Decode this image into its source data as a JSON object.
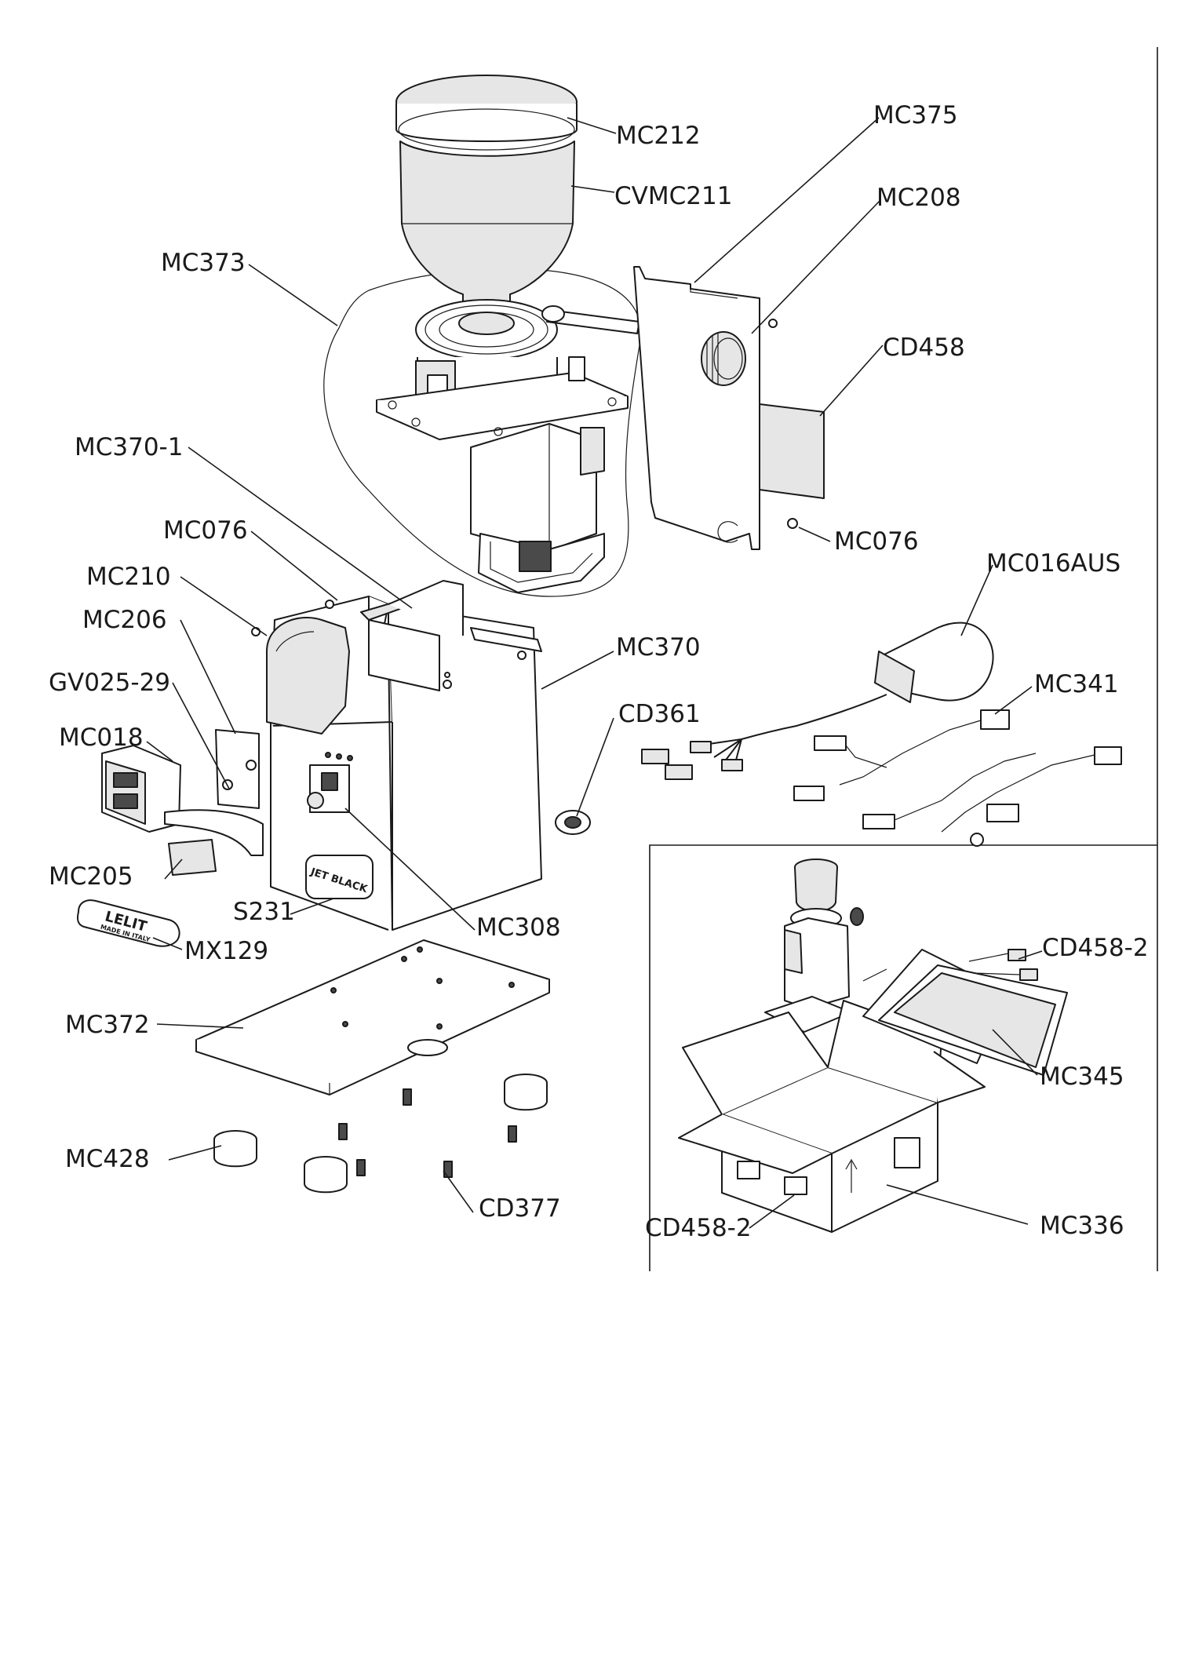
{
  "callouts": {
    "mc212": "MC212",
    "mc375": "MC375",
    "cvmc211": "CVMC211",
    "mc208": "MC208",
    "mc373": "MC373",
    "cd458": "CD458",
    "mc370_1": "MC370-1",
    "mc076_top": "MC076",
    "mc076_left": "MC076",
    "mc016aus": "MC016AUS",
    "mc210": "MC210",
    "mc206": "MC206",
    "mc370": "MC370",
    "gv025_29": "GV025-29",
    "mc341": "MC341",
    "cd361": "CD361",
    "mc018": "MC018",
    "mc205": "MC205",
    "mc308": "MC308",
    "s231": "S231",
    "cd458_2_top": "CD458-2",
    "mx129": "MX129",
    "mc372": "MC372",
    "mc345": "MC345",
    "mc428": "MC428",
    "cd377": "CD377",
    "cd458_2_bottom": "CD458-2",
    "mc336": "MC336"
  },
  "markings": {
    "housing_plate": "JET BLACK",
    "badge_brand": "LELIT",
    "badge_sub": "MADE IN ITALY"
  },
  "colors": {
    "line": "#1a1a1a",
    "paper": "#ffffff",
    "shade": "#e6e6e6"
  }
}
